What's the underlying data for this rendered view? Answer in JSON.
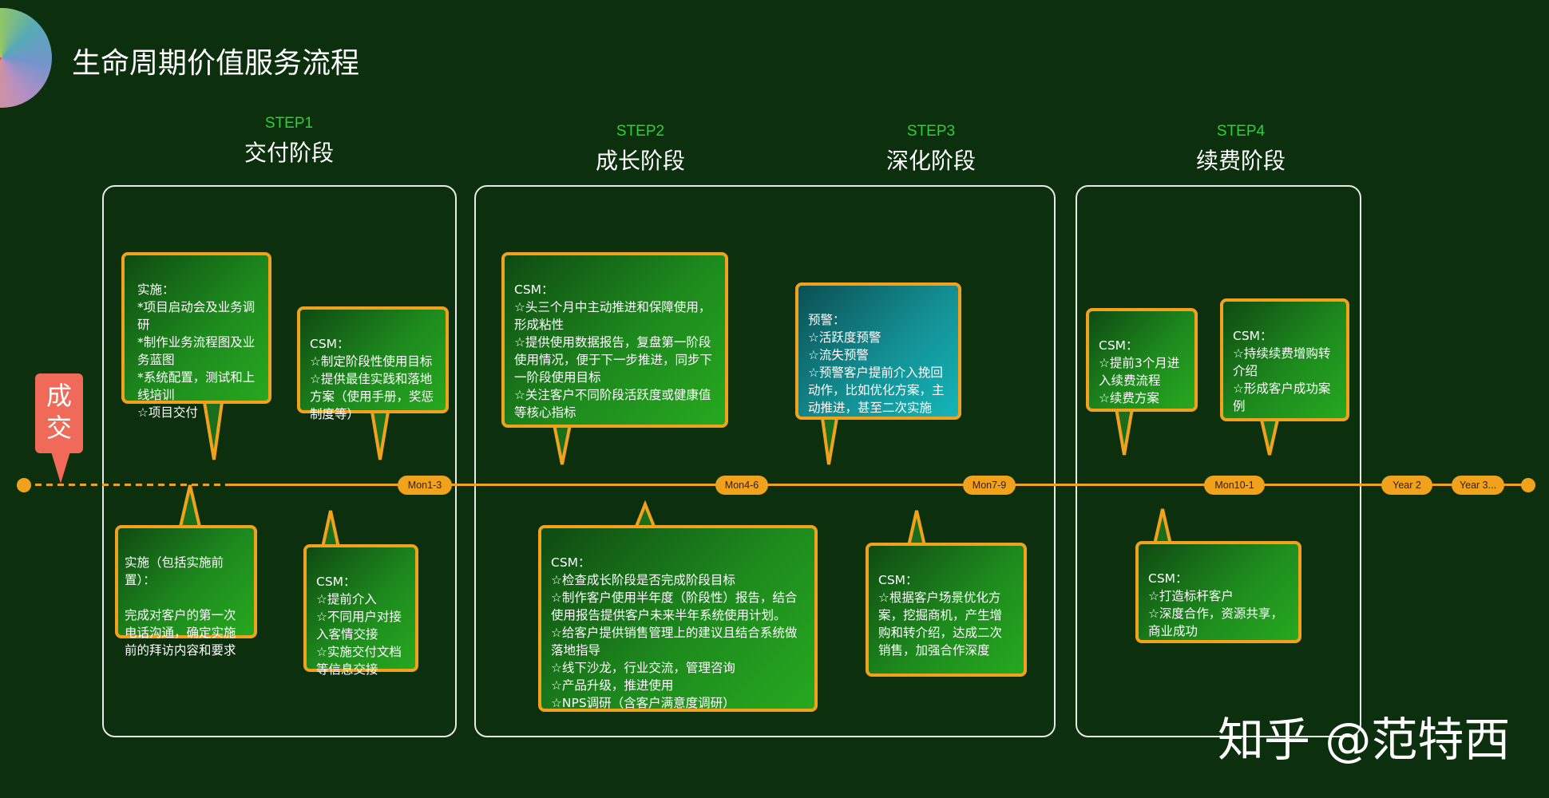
{
  "page": {
    "title": "生命周期价值服务流程"
  },
  "stages": [
    {
      "step": "STEP1",
      "name": "交付阶段"
    },
    {
      "step": "STEP2",
      "name": "成长阶段"
    },
    {
      "step": "STEP3",
      "name": "深化阶段"
    },
    {
      "step": "STEP4",
      "name": "续费阶段"
    }
  ],
  "deal_badge": "成\n交",
  "timeline_markers": [
    "Mon1-3",
    "Mon4-6",
    "Mon7-9",
    "Mon10-1",
    "Year 2",
    "Year 3..."
  ],
  "bubbles": {
    "s1_impl": "实施：\n*项目启动会及业务调研\n*制作业务流程图及业务蓝图\n*系统配置，测试和上线培训\n☆项目交付",
    "s1_csm": "CSM：\n☆制定阶段性使用目标\n☆提供最佳实践和落地方案（使用手册，奖惩制度等）",
    "s1_pre_impl": "实施（包括实施前置）：\n\n完成对客户的第一次电话沟通，确定实施前的拜访内容和要求",
    "s1_csm_below": "CSM：\n☆提前介入\n☆不同用户对接入客情交接\n☆实施交付文档等信息交接",
    "s2_csm_top": "CSM：\n☆头三个月中主动推进和保障使用，形成粘性\n☆提供使用数据报告，复盘第一阶段使用情况，便于下一步推进，同步下一阶段使用目标\n☆关注客户不同阶段活跃度或健康值等核心指标",
    "s2_csm_below": "CSM：\n☆检查成长阶段是否完成阶段目标\n☆制作客户使用半年度（阶段性）报告，结合使用报告提供客户未来半年系统使用计划。\n☆给客户提供销售管理上的建议且结合系统做落地指导\n☆线下沙龙，行业交流，管理咨询\n☆产品升级，推进使用\n☆NPS调研（含客户满意度调研）",
    "s3_warning": "预警：\n☆活跃度预警\n☆流失预警\n☆预警客户提前介入挽回动作，比如优化方案，主动推进，甚至二次实施",
    "s3_csm_below": "CSM：\n☆根据客户场景优化方案，挖掘商机，产生增购和转介绍，达成二次销售，加强合作深度",
    "s4_csm_left": "CSM：\n☆提前3个月进入续费流程\n☆续费方案",
    "s4_csm_right": "CSM：\n☆持续续费增购转介绍\n☆形成客户成功案例",
    "s4_csm_below": "CSM：\n☆打造标杆客户\n☆深度合作，资源共享，商业成功"
  },
  "watermark": "知乎 @范特西",
  "colors": {
    "background": "#0c2f0d",
    "accent": "#f1a21d",
    "step_green": "#2fcf3a",
    "deal_red": "#f06a5a",
    "warning_teal": "#138f93"
  }
}
